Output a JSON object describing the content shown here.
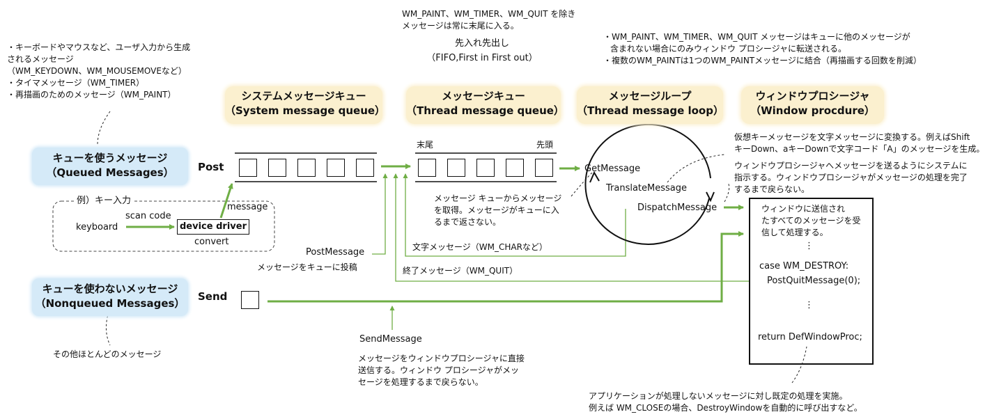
{
  "top_notes": {
    "input_list": [
      "・キーボードやマウスなど、ユーザ入力から生成",
      "されるメッセージ",
      "（WM_KEYDOWN、WM_MOUSEMOVEなど）",
      "・タイマメッセージ（WM_TIMER）",
      "・再描画のためのメッセージ（WM_PAINT）"
    ],
    "thread_note": [
      "WM_PAINT、WM_TIMER、WM_QUIT を除き",
      "メッセージは常に末尾に入る。"
    ],
    "fifo": [
      "先入れ先出し",
      "（FIFO,First in First out）"
    ],
    "paint_note": [
      "・WM_PAINT、WM_TIMER、WM_QUIT メッセージはキューに他のメッセージが",
      "含まれない場合にのみウィンドウ プロシージャに転送される。",
      "・複数のWM_PAINTは1つのWM_PAINTメッセージに結合（再描画する回数を削減）"
    ]
  },
  "headers": {
    "system_queue": [
      "システムメッセージキュー",
      "（System message queue）"
    ],
    "thread_queue": [
      "メッセージキュー",
      "（Thread message queue）"
    ],
    "loop": [
      "メッセージループ",
      "（Thread message loop）"
    ],
    "window_proc": [
      "ウィンドウプロシージャ",
      "（Window procdure）"
    ]
  },
  "queued": {
    "title": "キューを使うメッセージ",
    "sub": "（Queued Messages）",
    "post": "Post"
  },
  "nonqueued": {
    "title": "キューを使わないメッセージ",
    "sub": "（Nonqueued Messages）",
    "send": "Send"
  },
  "example": {
    "label": "例）キー入力",
    "keyboard": "keyboard",
    "scan_code": "scan code",
    "device_driver": "device driver",
    "convert": "convert",
    "message": "message"
  },
  "thread_queue_labels": {
    "tail": "末尾",
    "head": "先頭"
  },
  "loop": {
    "get": "GetMessage",
    "translate": "TranslateMessage",
    "dispatch": "DispatchMessage",
    "get_note": [
      "メッセージ キューからメッセージ",
      "を取得。メッセージがキューに入",
      "るまで返さない。"
    ],
    "translate_note": [
      "仮想キーメッセージを文字メッセージに変換する。例えばShift",
      "キーDown、aキーDownで文字コード「A」のメッセージを生成。"
    ],
    "dispatch_note": [
      "ウィンドウプロシージャへメッセージを送るようにシステムに",
      "指示する。ウィンドウプロシージャがメッセージの処理を完了",
      "するまで戻らない。"
    ]
  },
  "feedback": {
    "char_msg": "文字メッセージ（WM_CHARなど）",
    "quit_msg": "終了メッセージ（WM_QUIT）",
    "post_message": "PostMessage",
    "post_note": "メッセージをキューに投稿",
    "send_message": "SendMessage",
    "send_note": [
      "メッセージをウィンドウプロシージャに直接",
      "送信する。ウィンドウ プロシージャがメッ",
      "セージを処理するまで戻らない。"
    ]
  },
  "window_proc_box": {
    "intro": [
      "ウィンドウに送信され",
      "たすべてのメッセージを受",
      "信して処理する。"
    ],
    "dots": "⋮",
    "case": "case WM_DESTROY:",
    "post_quit": "PostQuitMessage(0);",
    "return": "return DefWindowProc;"
  },
  "bottom_notes": {
    "other": "その他ほとんどのメッセージ",
    "default": [
      "アプリケーションが処理しないメッセージに対し既定の処理を実施。",
      "例えば WM_CLOSEの場合、DestroyWindowを自動的に呼び出すなど。"
    ]
  },
  "colors": {
    "arrow": "#6fae45",
    "header_bg": "#fbf0cf",
    "queue_bg": "#d5eaf8"
  }
}
